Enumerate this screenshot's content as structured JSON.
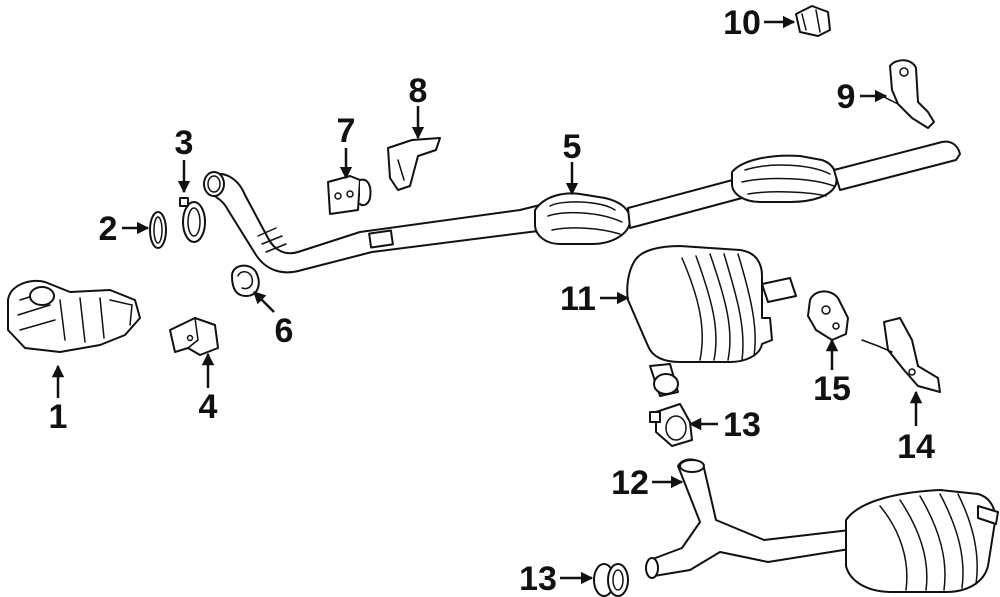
{
  "callouts": [
    {
      "id": "1",
      "label": "1"
    },
    {
      "id": "2",
      "label": "2"
    },
    {
      "id": "3",
      "label": "3"
    },
    {
      "id": "4",
      "label": "4"
    },
    {
      "id": "5",
      "label": "5"
    },
    {
      "id": "6",
      "label": "6"
    },
    {
      "id": "7",
      "label": "7"
    },
    {
      "id": "8",
      "label": "8"
    },
    {
      "id": "9",
      "label": "9"
    },
    {
      "id": "10",
      "label": "10"
    },
    {
      "id": "11",
      "label": "11"
    },
    {
      "id": "12",
      "label": "12"
    },
    {
      "id": "13a",
      "label": "13"
    },
    {
      "id": "13b",
      "label": "13"
    },
    {
      "id": "14",
      "label": "14"
    },
    {
      "id": "15",
      "label": "15"
    }
  ]
}
